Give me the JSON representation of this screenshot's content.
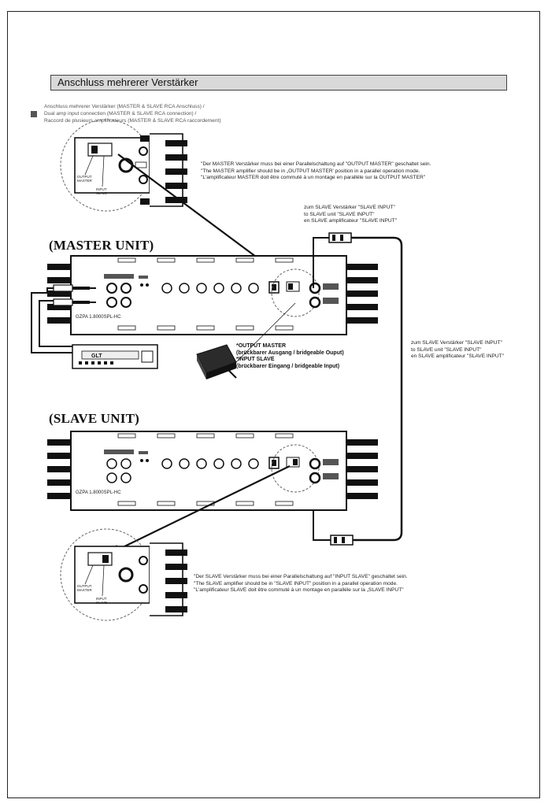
{
  "title": "Anschluss mehrerer Verstärker",
  "intro": [
    "Anschluss mehrerer Verstärker (MASTER & SLAVE RCA Anschluss) /",
    "Dual amp input connection (MASTER & SLAVE RCA connection) /",
    "Raccord de plusieurs amplificateurs (MASTER & SLAVE RCA raccordement)"
  ],
  "master_note": [
    "\"Der MASTER Verstärker muss bei einer Parallelschaltung auf \"OUTPUT MASTER\" geschaltet sein.",
    "\"The MASTER amplifier should be in „OUTPUT MASTER' position in a parallel operation mode.",
    "\"L'amplificateur MASTER doit être commuté à un montage en paralléle sur la OUTPUT MASTER\""
  ],
  "to_slave_top": [
    "zum SLAVE Verstärker \"SLAVE INPUT\"",
    "to SLAVE unit \"SLAVE INPUT\"",
    "en SLAVE amplificateur \"SLAVE INPUT\""
  ],
  "to_slave_right": [
    "zum SLAVE Verstärker \"SLAVE INPUT\"",
    "to SLAVE unit \"SLAVE INPUT\"",
    "en SLAVE amplificateur \"SLAVE INPUT\""
  ],
  "master_unit": "(MASTER UNIT)",
  "slave_unit": "(SLAVE UNIT)",
  "model": "GZPA 1.8000SPL-HC",
  "head_unit": "GLT",
  "switch_labels": {
    "output": "OUTPUT\nMASTER",
    "input": "INPUT\nSLAVE"
  },
  "bridge_note": [
    "*OUTPUT MASTER",
    "(brückbarer Ausgang / bridgeable Ouput)",
    "*INPUT SLAVE",
    "(brückbarer Eingang / bridgeable Input)"
  ],
  "slave_note": [
    "\"Der SLAVE Verstärker muss bei einer Parallelschaltung auf \"INPUT SLAVE\" geschaltet sein.",
    "\"The SLAVE amplifier should be in \"SLAVE INPUT\" position in a parallel operation mode.",
    "\"L'amplificateur SLAVE doit être commuté à un montage en paralléle sur la „SLAVE INPUT\""
  ]
}
